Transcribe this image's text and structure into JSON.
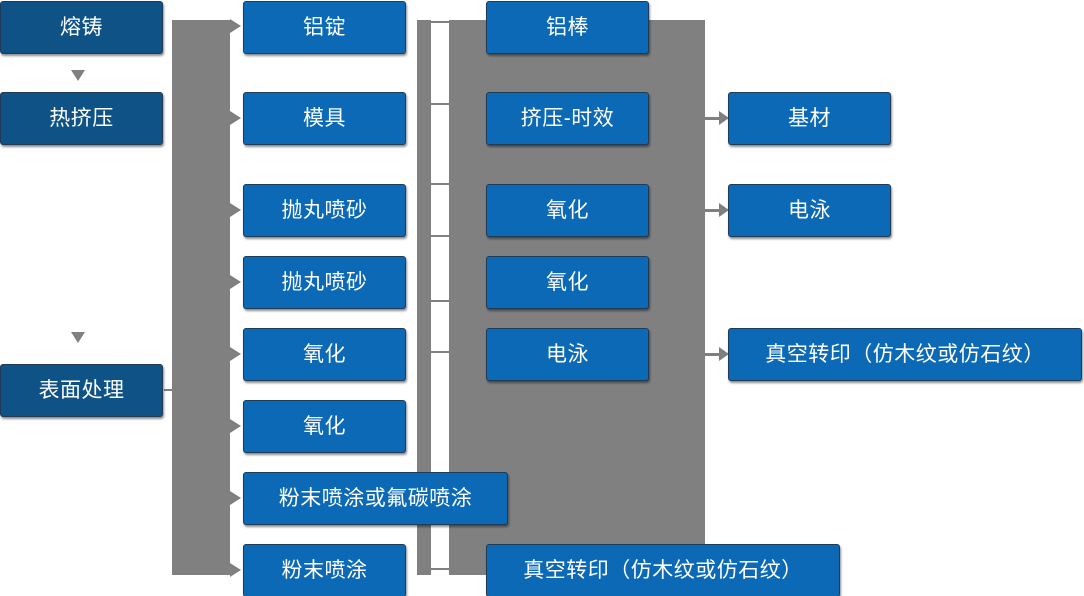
{
  "diagram": {
    "type": "flowchart",
    "title": "",
    "colors": {
      "stage_box": "#0f5386",
      "process_box": "#0b69b5",
      "connector_band": "#808080",
      "arrow": "#7f7f7f",
      "box_text": "#ffffff",
      "background": "#ffffff"
    },
    "columns": [
      {
        "name": "stages",
        "items": [
          {
            "label": "熔铸"
          },
          {
            "label": "热挤压"
          },
          {
            "label": "表面处理"
          }
        ]
      },
      {
        "name": "inputs-and-treatments",
        "items": [
          {
            "label": "铝锭"
          },
          {
            "label": "模具"
          },
          {
            "label": "抛丸喷砂"
          },
          {
            "label": "抛丸喷砂"
          },
          {
            "label": "氧化"
          },
          {
            "label": "氧化"
          },
          {
            "label": "粉末喷涂或氟碳喷涂"
          },
          {
            "label": "粉末喷涂"
          }
        ]
      },
      {
        "name": "processes",
        "items": [
          {
            "label": "铝棒"
          },
          {
            "label": "挤压-时效"
          },
          {
            "label": "氧化"
          },
          {
            "label": "氧化"
          },
          {
            "label": "电泳"
          },
          {
            "label": "真空转印（仿木纹或仿石纹）"
          }
        ]
      },
      {
        "name": "outputs",
        "items": [
          {
            "label": "基材"
          },
          {
            "label": "电泳"
          },
          {
            "label": "真空转印（仿木纹或仿石纹）"
          }
        ]
      }
    ]
  }
}
